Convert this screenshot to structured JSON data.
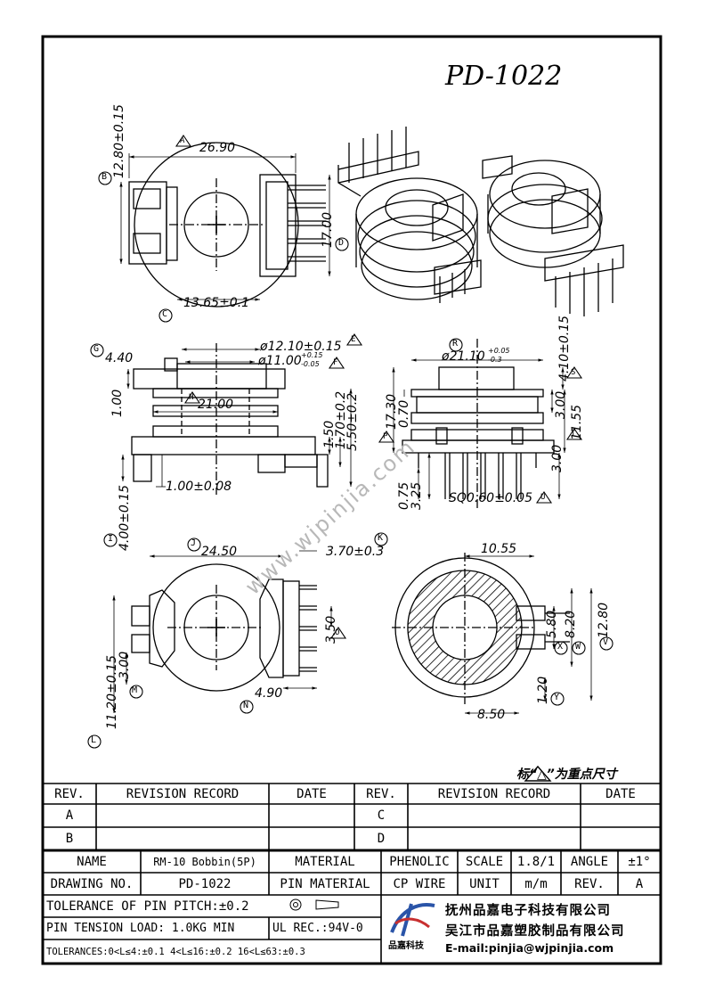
{
  "drawing": {
    "code": "PD-1022",
    "legend_note": "标“△”为重点尺寸",
    "watermark": "www.wjpinjia.com"
  },
  "top_view": {
    "width": "26.90",
    "height": "12.80±0.15",
    "pin_pitch_total": "17.00",
    "core_gap": "13.65±0.1",
    "markers": [
      "A",
      "B",
      "C",
      "D"
    ]
  },
  "side_view_left": {
    "d_outer": "ø12.10±0.15",
    "d_inner": "ø11.00",
    "d_inner_tol_up": "+0.15",
    "d_inner_tol_dn": "-0.05",
    "flange_w": "21.00",
    "h_top": "4.40",
    "t_flange": "1.00",
    "pin_step": "1.00±0.08",
    "pin_len": "4.00±0.15",
    "h1": "1.50",
    "h2": "1.70±0.2",
    "h3": "5.50±0.2",
    "markers": [
      "G",
      "E",
      "F",
      "H"
    ]
  },
  "side_view_right": {
    "d_flange": "ø21.10",
    "d_flange_tol_up": "+0.05",
    "d_flange_tol_dn": "-0.3",
    "h_total": "17.30",
    "h_step": "0.70",
    "h_top": "4.10±0.15",
    "h_mid": "3.00",
    "h_win": "11.55",
    "h_bottom": "3.00",
    "pin_offset": "0.75",
    "pin_len": "3.25",
    "pin_section": "SQ0.60±0.05",
    "markers": [
      "R",
      "S",
      "P",
      "T",
      "U"
    ]
  },
  "bottom_view": {
    "width": "24.50",
    "pin_ext": "3.70±0.3",
    "pitch": "3.50",
    "w_bottom": "4.90",
    "h_left": "11.20±0.15",
    "h_small": "3.00",
    "markers": [
      "J",
      "I",
      "K",
      "L",
      "M",
      "N",
      "O"
    ]
  },
  "section_view": {
    "w_top": "10.55",
    "w_bottom": "8.50",
    "h1": "5.80",
    "h2": "8.20",
    "h3": "12.80",
    "pin_h": "1.20",
    "markers": [
      "X",
      "W",
      "V",
      "Y"
    ]
  },
  "revision_table": {
    "headers": [
      "REV.",
      "REVISION RECORD",
      "DATE",
      "REV.",
      "REVISION RECORD",
      "DATE"
    ],
    "rows": [
      [
        "A",
        "",
        "",
        "C",
        "",
        ""
      ],
      [
        "B",
        "",
        "",
        "D",
        "",
        ""
      ]
    ]
  },
  "title_block": {
    "name_label": "NAME",
    "name_value": "RM-10 Bobbin(5P)",
    "material_label": "MATERIAL",
    "material_value": "PHENOLIC",
    "scale_label": "SCALE",
    "scale_value": "1.8/1",
    "angle_label": "ANGLE",
    "angle_value": "±1°",
    "drawing_no_label": "DRAWING NO.",
    "drawing_no_value": "PD-1022",
    "pin_material_label": "PIN MATERIAL",
    "pin_material_value": "CP WIRE",
    "unit_label": "UNIT",
    "unit_value": "m/m",
    "rev_label": "REV.",
    "rev_value": "A",
    "tol_pitch": "TOLERANCE OF PIN PITCH:±0.2",
    "tension": "PIN TENSION LOAD: 1.0KG  MIN",
    "ul": "UL REC.:94V-0",
    "tolerances": "TOLERANCES:0<L≤4:±0.1 4<L≤16:±0.2 16<L≤63:±0.3",
    "company_1": "抚州品嘉电子科技有限公司",
    "company_2": "吴江市品嘉塑胶制品有限公司",
    "email": "E-mail:pinjia@wjpinjia.com",
    "logo_text": "品嘉科技"
  }
}
